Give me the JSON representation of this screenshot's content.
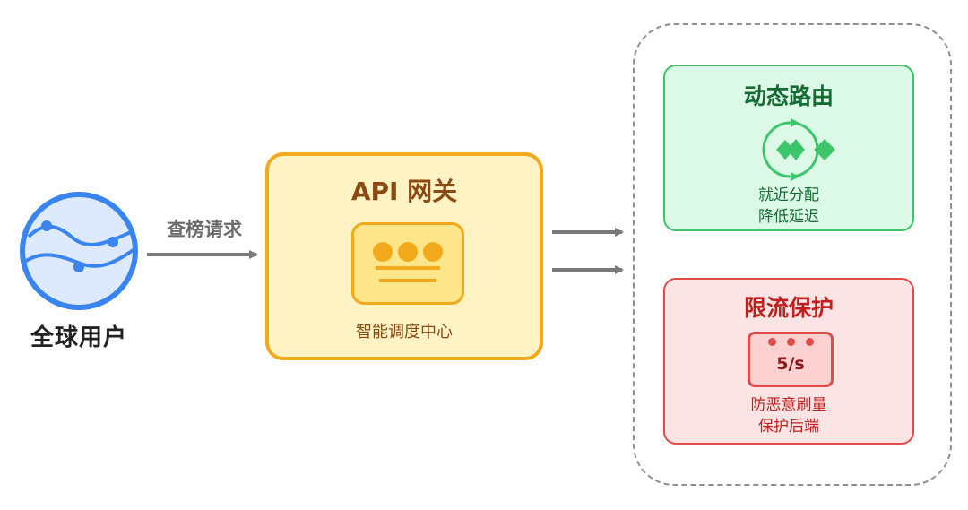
{
  "users": {
    "label": "全球用户",
    "icon": "globe-icon"
  },
  "request": {
    "label": "查榜请求"
  },
  "gateway": {
    "title": "API 网关",
    "subtitle": "智能调度中心",
    "icon": "scheduler-icon"
  },
  "routing": {
    "title": "动态路由",
    "desc_lines": [
      "就近分配",
      "降低延迟"
    ],
    "icon": "routing-icon"
  },
  "rate_limit": {
    "title": "限流保护",
    "rate": "5/s",
    "desc_lines": [
      "防恶意刷量",
      "保护后端"
    ],
    "icon": "rate-limit-icon"
  },
  "colors": {
    "blue": "#3a84f0",
    "amber": "#f2a91b",
    "green": "#3cc56b",
    "red": "#e14b4b",
    "arrow": "#7a7a7a"
  }
}
